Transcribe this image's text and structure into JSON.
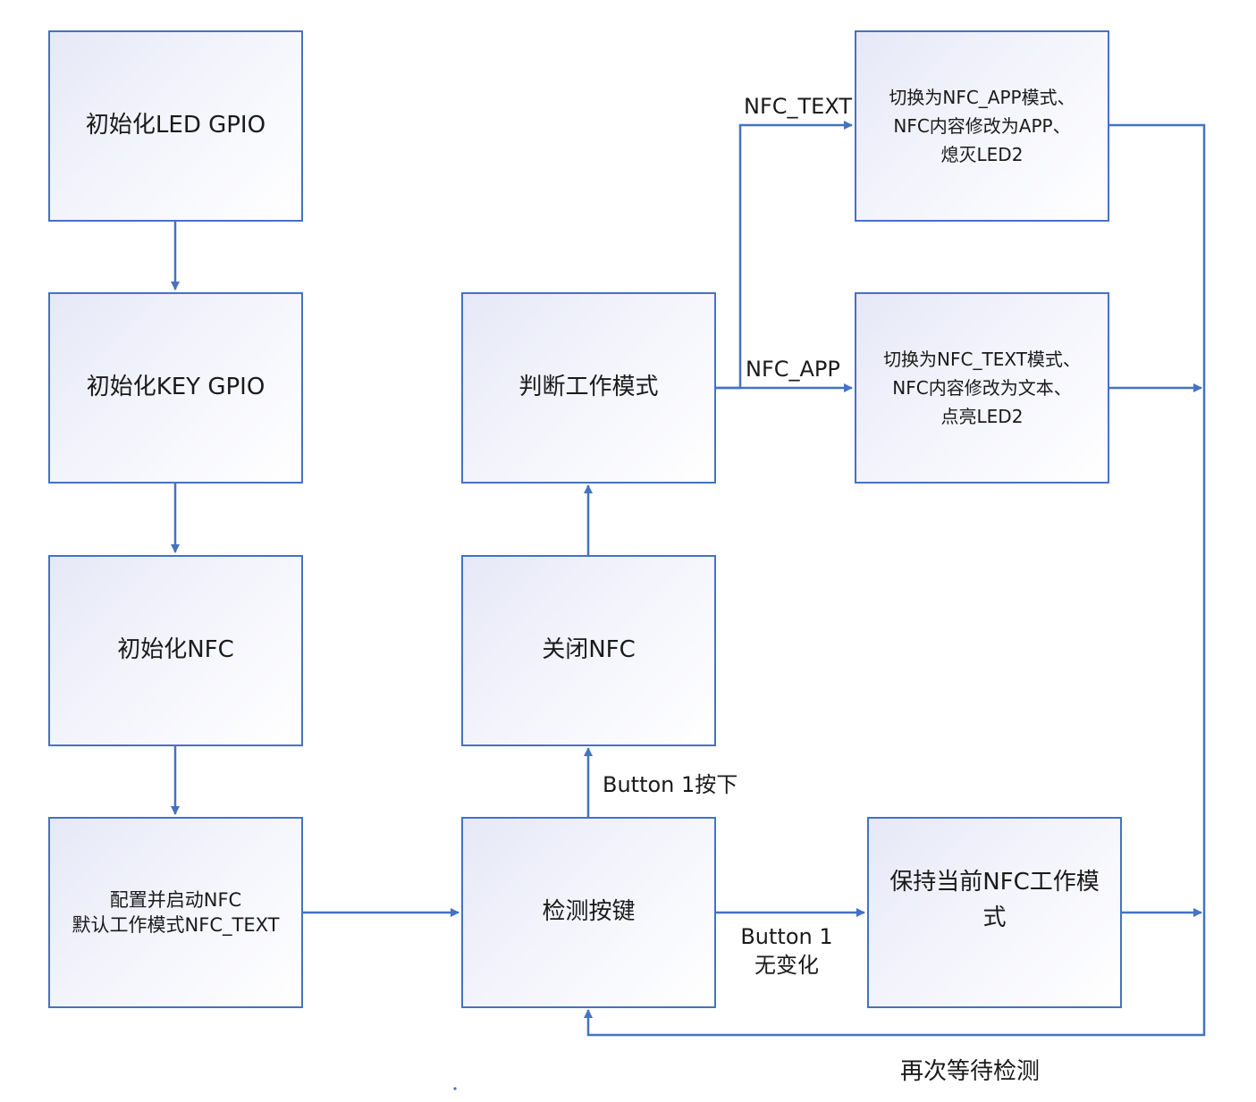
{
  "nodes": {
    "init_led": "初始化LED GPIO",
    "init_key": "初始化KEY GPIO",
    "init_nfc": "初始化NFC",
    "config_nfc": [
      "配置并启动NFC",
      "默认工作模式NFC_TEXT"
    ],
    "detect_key": "检测按键",
    "close_nfc": "关闭NFC",
    "judge_mode": "判断工作模式",
    "switch_app": [
      "切换为NFC_APP模式、",
      "NFC内容修改为APP、",
      "熄灭LED2"
    ],
    "switch_text": [
      "切换为NFC_TEXT模式、",
      "NFC内容修改为文本、",
      "点亮LED2"
    ],
    "keep_mode": [
      "保持当前NFC工作模",
      "式"
    ]
  },
  "edge_labels": {
    "nfc_text": "NFC_TEXT",
    "nfc_app": "NFC_APP",
    "button_pressed": "Button 1按下",
    "button_nochange": [
      "Button 1",
      "无变化"
    ],
    "wait_again": "再次等待检测"
  },
  "colors": {
    "border": "#4472c4",
    "arrow": "#4472c4",
    "fill_top": "#e6e8f7"
  }
}
